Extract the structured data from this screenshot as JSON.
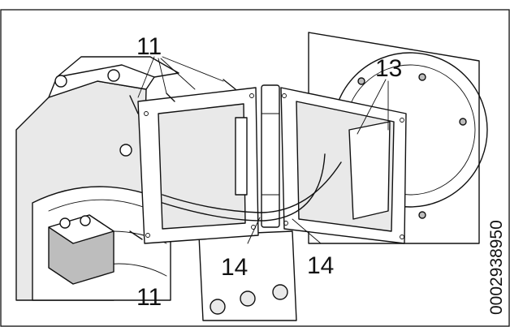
{
  "diagram": {
    "callouts": {
      "top_left": "11",
      "bottom_left": "11",
      "top_right": "13",
      "bottom_center": "14",
      "bottom_right": "14"
    },
    "document_id": "0002938950"
  }
}
